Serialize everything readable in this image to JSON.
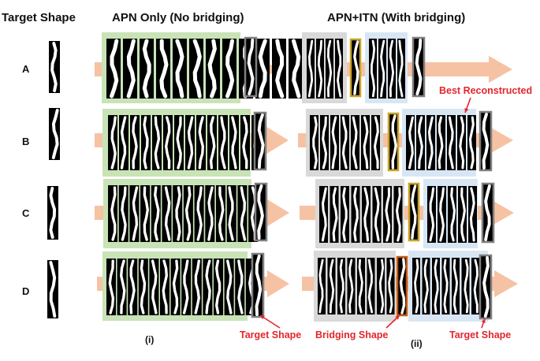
{
  "headers": {
    "target_shape": "Target Shape",
    "apn_only": "APN Only (No bridging)",
    "apn_itn": "APN+ITN (With bridging)"
  },
  "rows": [
    "A",
    "B",
    "C",
    "D"
  ],
  "labels": {
    "best_reconstructed": "Best Reconstructed",
    "target_shape_left": "Target Shape",
    "bridging_shape": "Bridging Shape",
    "target_shape_right": "Target Shape",
    "panel_i": "(i)",
    "panel_ii": "(ii)"
  },
  "colors": {
    "arrow": "#f6c2a4",
    "apn_box": "#c8e3b6",
    "pre_bridge_box": "#d9d9d9",
    "post_bridge_box": "#d8e6f4",
    "bridge_border_gold": "#c9a227",
    "bridge_border_orange": "#c55a11",
    "target_border": "#7f7f7f",
    "annotation_red": "#e3262d"
  }
}
